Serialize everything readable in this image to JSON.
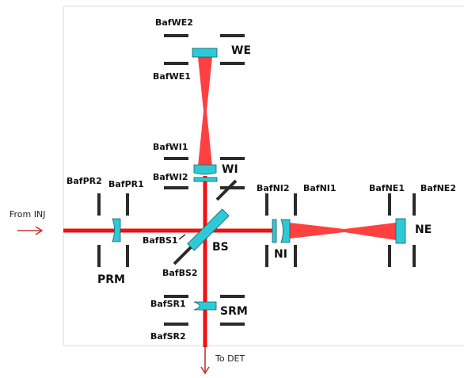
{
  "colors": {
    "beam": "#ee1111",
    "beam_cavity": "#ff4040",
    "mirror": "#2ec9d6",
    "baffle": "#2b2b2b",
    "arrow": "#c0392b"
  },
  "labels": {
    "baffles": {
      "BafWE2": "BafWE2",
      "BafWE1": "BafWE1",
      "BafWI1": "BafWI1",
      "BafWI2": "BafWI2",
      "BafPR2": "BafPR2",
      "BafPR1": "BafPR1",
      "BafNI2": "BafNI2",
      "BafNI1": "BafNI1",
      "BafNE1": "BafNE1",
      "BafNE2": "BafNE2",
      "BafBS1": "BafBS1",
      "BafBS2": "BafBS2",
      "BafSR1": "BafSR1",
      "BafSR2": "BafSR2"
    },
    "optics": {
      "WE": "WE",
      "WI": "WI",
      "NE": "NE",
      "NI": "NI",
      "BS": "BS",
      "PRM": "PRM",
      "SRM": "SRM"
    },
    "ports": {
      "input": "From INJ",
      "output": "To DET"
    }
  }
}
